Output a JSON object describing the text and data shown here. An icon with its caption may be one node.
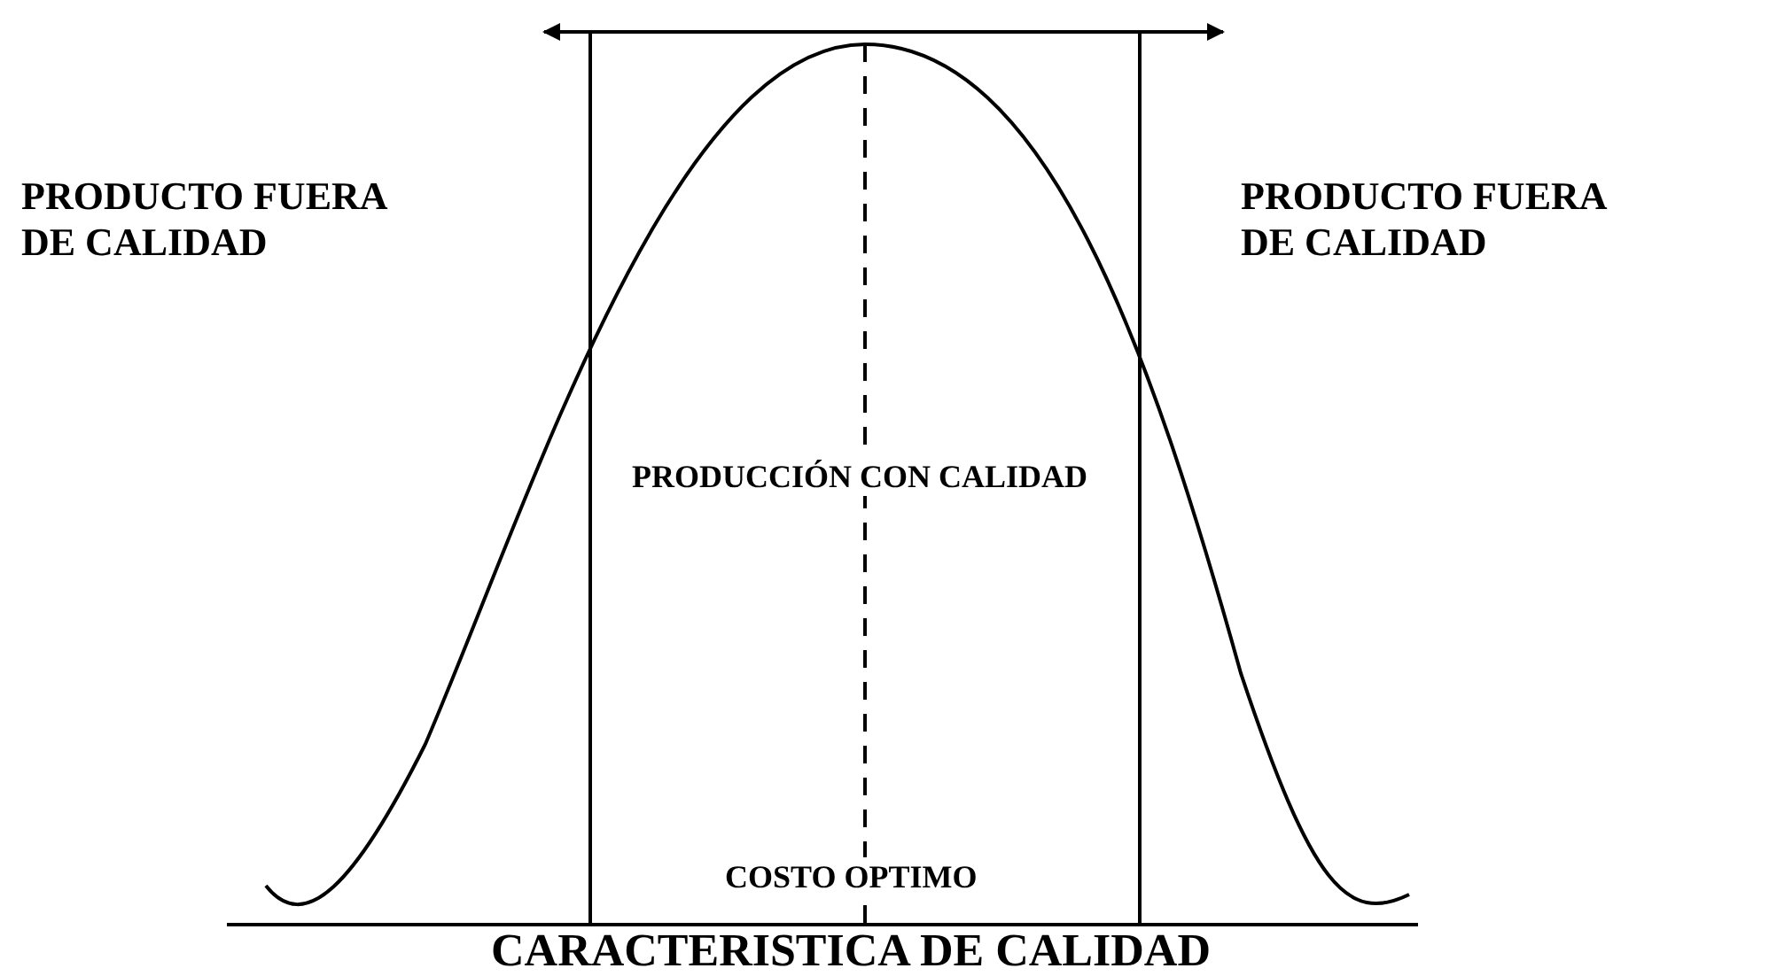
{
  "diagram": {
    "caption": "CARACTERISTICA DE CALIDAD",
    "labels": [
      "PRODUCTO FUERA DE CALIDAD",
      "PRODUCTO FUERA DE CALIDAD",
      "PRODUCCIÓN CON CALIDAD",
      "COSTO OPTIMO"
    ]
  }
}
